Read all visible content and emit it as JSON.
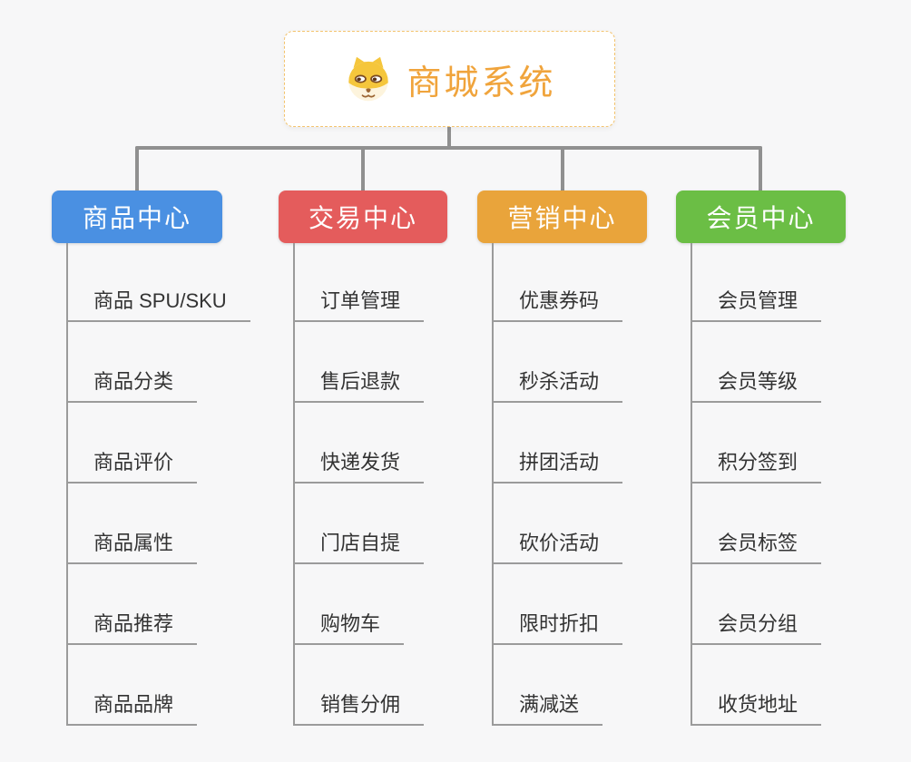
{
  "root": {
    "title": "商城系统",
    "icon": "shiba-dog-icon"
  },
  "branches": [
    {
      "id": "product-center",
      "label": "商品中心",
      "color": "#4a90e2",
      "items": [
        "商品 SPU/SKU",
        "商品分类",
        "商品评价",
        "商品属性",
        "商品推荐",
        "商品品牌"
      ]
    },
    {
      "id": "trade-center",
      "label": "交易中心",
      "color": "#e45c5c",
      "items": [
        "订单管理",
        "售后退款",
        "快递发货",
        "门店自提",
        "购物车",
        "销售分佣"
      ]
    },
    {
      "id": "marketing-center",
      "label": "营销中心",
      "color": "#e9a43b",
      "items": [
        "优惠券码",
        "秒杀活动",
        "拼团活动",
        "砍价活动",
        "限时折扣",
        "满减送"
      ]
    },
    {
      "id": "member-center",
      "label": "会员中心",
      "color": "#6bbe45",
      "items": [
        "会员管理",
        "会员等级",
        "积分签到",
        "会员标签",
        "会员分组",
        "收货地址"
      ]
    }
  ],
  "palette": {
    "background": "#f7f7f8",
    "connector_line": "#909090",
    "branch_line": "#9b9b9b",
    "leaf_text": "#333333",
    "root_text": "#f0a43c",
    "root_border": "#f3c36d",
    "root_background": "#ffffff",
    "header_text": "#ffffff"
  }
}
